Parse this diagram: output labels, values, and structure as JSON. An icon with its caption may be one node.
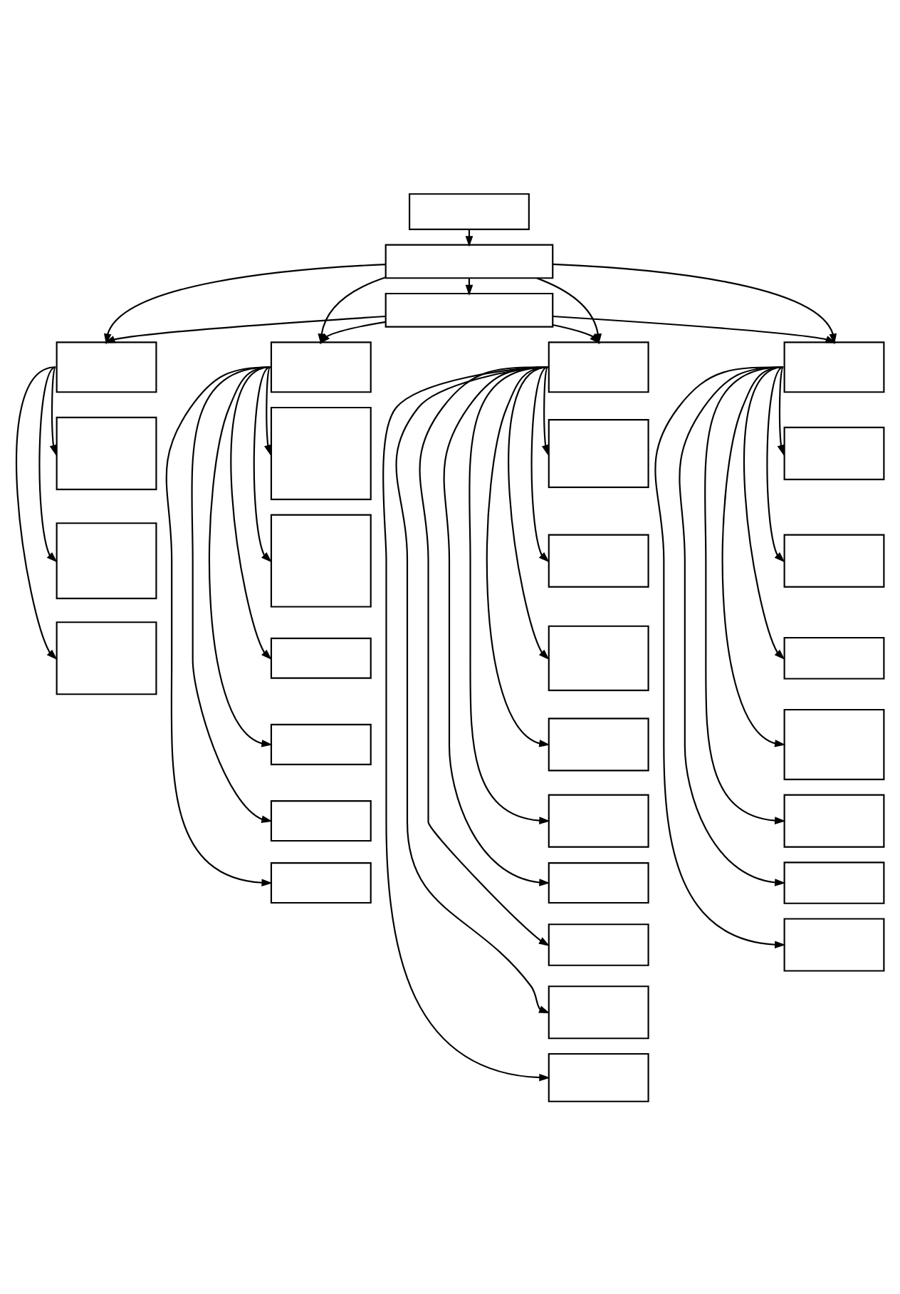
{
  "diagram": {
    "nodes": [
      {
        "text": [],
        "shape": "box"
      },
      {
        "text": [],
        "shape": "box"
      },
      {
        "text": [],
        "shape": "box"
      },
      {
        "text": [],
        "shape": "box"
      },
      {
        "text": [],
        "shape": "box"
      },
      {
        "text": [],
        "shape": "box"
      },
      {
        "text": [],
        "shape": "box"
      },
      {
        "text": [],
        "shape": "box"
      },
      {
        "text": [],
        "shape": "box"
      },
      {
        "text": [],
        "shape": "box"
      },
      {
        "text": [],
        "shape": "box"
      },
      {
        "text": [],
        "shape": "box"
      },
      {
        "text": [],
        "shape": "box"
      },
      {
        "text": [],
        "shape": "box"
      },
      {
        "text": [],
        "shape": "box"
      },
      {
        "text": [],
        "shape": "box"
      },
      {
        "text": [],
        "shape": "box"
      },
      {
        "text": [],
        "shape": "box"
      },
      {
        "text": [],
        "shape": "box"
      },
      {
        "text": [],
        "shape": "box"
      },
      {
        "text": [],
        "shape": "box"
      },
      {
        "text": [],
        "shape": "box"
      },
      {
        "text": [],
        "shape": "box"
      },
      {
        "text": [],
        "shape": "box"
      },
      {
        "text": [],
        "shape": "box"
      },
      {
        "text": [],
        "shape": "box"
      },
      {
        "text": [],
        "shape": "box"
      },
      {
        "text": [],
        "shape": "box"
      },
      {
        "text": [],
        "shape": "box"
      },
      {
        "text": [],
        "shape": "box"
      },
      {
        "text": [],
        "shape": "box"
      },
      {
        "text": [],
        "shape": "box"
      }
    ],
    "edges": [
      {
        "from": 0,
        "to": 1,
        "arrow": "to"
      },
      {
        "from": 1,
        "to": 2,
        "arrow": "to"
      },
      {
        "from": 1,
        "to": 3,
        "arrow": "to"
      },
      {
        "from": 1,
        "to": 4,
        "arrow": "to"
      },
      {
        "from": 1,
        "to": 5,
        "arrow": "to"
      },
      {
        "from": 1,
        "to": 6,
        "arrow": "to"
      },
      {
        "from": 2,
        "to": 3,
        "arrow": "to"
      },
      {
        "from": 2,
        "to": 4,
        "arrow": "to"
      },
      {
        "from": 2,
        "to": 5,
        "arrow": "to"
      },
      {
        "from": 2,
        "to": 6,
        "arrow": "to"
      },
      {
        "from": 3,
        "to": 7,
        "arrow": "to"
      },
      {
        "from": 3,
        "to": 8,
        "arrow": "to"
      },
      {
        "from": 3,
        "to": 9,
        "arrow": "to"
      },
      {
        "from": 4,
        "to": 10,
        "arrow": "to"
      },
      {
        "from": 4,
        "to": 11,
        "arrow": "to"
      },
      {
        "from": 4,
        "to": 12,
        "arrow": "to"
      },
      {
        "from": 4,
        "to": 13,
        "arrow": "to"
      },
      {
        "from": 4,
        "to": 14,
        "arrow": "to"
      },
      {
        "from": 4,
        "to": 15,
        "arrow": "to"
      },
      {
        "from": 5,
        "to": 16,
        "arrow": "to"
      },
      {
        "from": 5,
        "to": 17,
        "arrow": "to"
      },
      {
        "from": 5,
        "to": 18,
        "arrow": "to"
      },
      {
        "from": 5,
        "to": 19,
        "arrow": "to"
      },
      {
        "from": 5,
        "to": 20,
        "arrow": "to"
      },
      {
        "from": 5,
        "to": 21,
        "arrow": "to"
      },
      {
        "from": 5,
        "to": 22,
        "arrow": "to"
      },
      {
        "from": 5,
        "to": 23,
        "arrow": "to"
      },
      {
        "from": 5,
        "to": 24,
        "arrow": "to"
      },
      {
        "from": 6,
        "to": 25,
        "arrow": "to"
      },
      {
        "from": 6,
        "to": 26,
        "arrow": "to"
      },
      {
        "from": 6,
        "to": 27,
        "arrow": "to"
      },
      {
        "from": 6,
        "to": 28,
        "arrow": "to"
      },
      {
        "from": 6,
        "to": 29,
        "arrow": "to"
      },
      {
        "from": 6,
        "to": 30,
        "arrow": "to"
      },
      {
        "from": 6,
        "to": 31,
        "arrow": "to"
      }
    ]
  }
}
